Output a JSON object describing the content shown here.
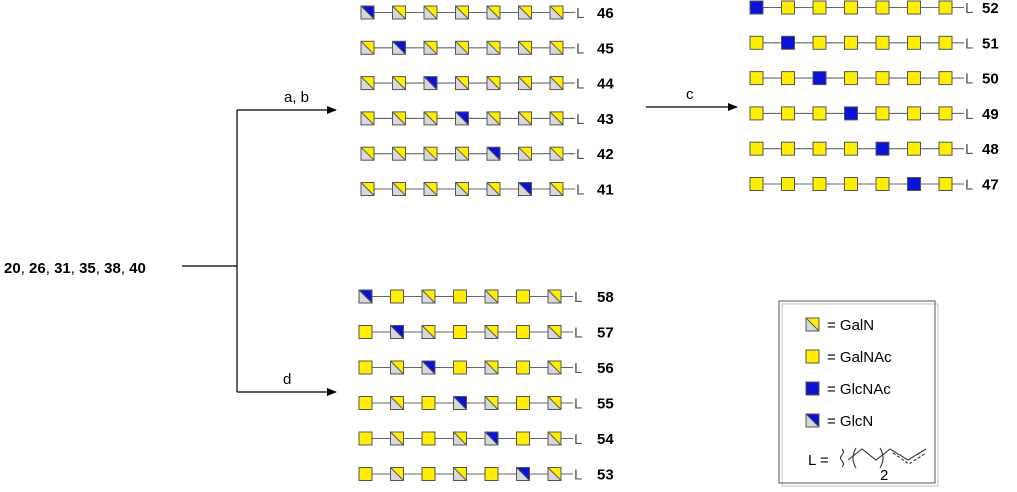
{
  "starting_materials": [
    "20",
    "26",
    "31",
    "35",
    "38",
    "40"
  ],
  "reagents": {
    "top": "a, b",
    "bottom": "d",
    "right": "c"
  },
  "linker_label": "L",
  "colors": {
    "yellow": "#ffee00",
    "blue": "#0a12d6",
    "grey": "#d8d8d8",
    "stroke": "#555555"
  },
  "groups": [
    {
      "id": "group-top-left",
      "rows": [
        {
          "label": "46",
          "residues": [
            "GlcN",
            "GalN",
            "GalN",
            "GalN",
            "GalN",
            "GalN",
            "GalN"
          ]
        },
        {
          "label": "45",
          "residues": [
            "GalN",
            "GlcN",
            "GalN",
            "GalN",
            "GalN",
            "GalN",
            "GalN"
          ]
        },
        {
          "label": "44",
          "residues": [
            "GalN",
            "GalN",
            "GlcN",
            "GalN",
            "GalN",
            "GalN",
            "GalN"
          ]
        },
        {
          "label": "43",
          "residues": [
            "GalN",
            "GalN",
            "GalN",
            "GlcN",
            "GalN",
            "GalN",
            "GalN"
          ]
        },
        {
          "label": "42",
          "residues": [
            "GalN",
            "GalN",
            "GalN",
            "GalN",
            "GlcN",
            "GalN",
            "GalN"
          ]
        },
        {
          "label": "41",
          "residues": [
            "GalN",
            "GalN",
            "GalN",
            "GalN",
            "GalN",
            "GlcN",
            "GalN"
          ]
        }
      ]
    },
    {
      "id": "group-top-right",
      "rows": [
        {
          "label": "52",
          "residues": [
            "GlcNAc",
            "GalNAc",
            "GalNAc",
            "GalNAc",
            "GalNAc",
            "GalNAc",
            "GalNAc"
          ]
        },
        {
          "label": "51",
          "residues": [
            "GalNAc",
            "GlcNAc",
            "GalNAc",
            "GalNAc",
            "GalNAc",
            "GalNAc",
            "GalNAc"
          ]
        },
        {
          "label": "50",
          "residues": [
            "GalNAc",
            "GalNAc",
            "GlcNAc",
            "GalNAc",
            "GalNAc",
            "GalNAc",
            "GalNAc"
          ]
        },
        {
          "label": "49",
          "residues": [
            "GalNAc",
            "GalNAc",
            "GalNAc",
            "GlcNAc",
            "GalNAc",
            "GalNAc",
            "GalNAc"
          ]
        },
        {
          "label": "48",
          "residues": [
            "GalNAc",
            "GalNAc",
            "GalNAc",
            "GalNAc",
            "GlcNAc",
            "GalNAc",
            "GalNAc"
          ]
        },
        {
          "label": "47",
          "residues": [
            "GalNAc",
            "GalNAc",
            "GalNAc",
            "GalNAc",
            "GalNAc",
            "GlcNAc",
            "GalNAc"
          ]
        }
      ]
    },
    {
      "id": "group-bottom-left",
      "rows": [
        {
          "label": "58",
          "residues": [
            "GlcN",
            "GalNAc",
            "GalN",
            "GalNAc",
            "GalN",
            "GalNAc",
            "GalN"
          ]
        },
        {
          "label": "57",
          "residues": [
            "GalNAc",
            "GlcN",
            "GalN",
            "GalNAc",
            "GalN",
            "GalNAc",
            "GalN"
          ]
        },
        {
          "label": "56",
          "residues": [
            "GalNAc",
            "GalN",
            "GlcN",
            "GalNAc",
            "GalN",
            "GalNAc",
            "GalN"
          ]
        },
        {
          "label": "55",
          "residues": [
            "GalNAc",
            "GalN",
            "GalNAc",
            "GlcN",
            "GalN",
            "GalNAc",
            "GalN"
          ]
        },
        {
          "label": "54",
          "residues": [
            "GalNAc",
            "GalN",
            "GalNAc",
            "GalN",
            "GlcN",
            "GalNAc",
            "GalN"
          ]
        },
        {
          "label": "53",
          "residues": [
            "GalNAc",
            "GalN",
            "GalNAc",
            "GalN",
            "GalNAc",
            "GlcN",
            "GalN"
          ]
        }
      ]
    }
  ],
  "legend": {
    "items": [
      {
        "type": "GalN",
        "text": "= GalN"
      },
      {
        "type": "GalNAc",
        "text": "= GalNAc"
      },
      {
        "type": "GlcNAc",
        "text": "= GlcNAc"
      },
      {
        "type": "GlcN",
        "text": "= GlcN"
      }
    ],
    "linker_text": "L =",
    "linker_subscript": "2"
  }
}
